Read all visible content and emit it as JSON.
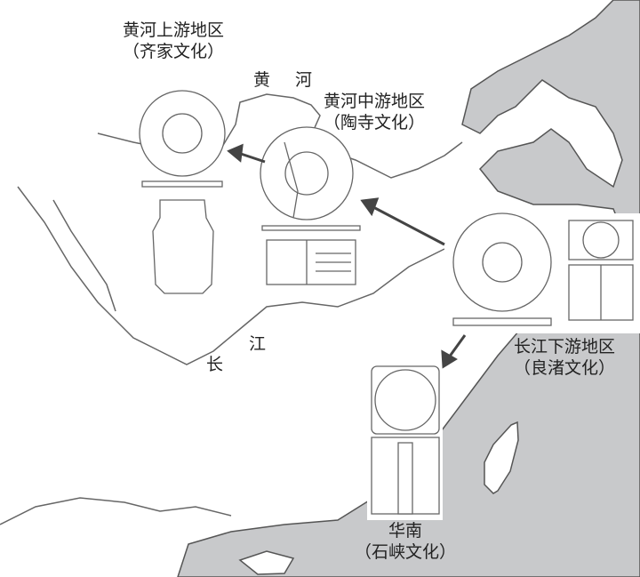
{
  "colors": {
    "sea": "#c8c9cb",
    "land": "#ffffff",
    "line": "#555555",
    "arrow": "#444444"
  },
  "regions": [
    {
      "name": "黄河上游地区",
      "culture": "（齐家文化）"
    },
    {
      "name": "黄河中游地区",
      "culture": "（陶寺文化）"
    },
    {
      "name": "长江下游地区",
      "culture": "（良渚文化）"
    },
    {
      "name": "华南",
      "culture": "（石峡文化）"
    }
  ],
  "rivers": {
    "huanghe_1": "黄",
    "huanghe_2": "河",
    "changjiang_1": "长",
    "changjiang_2": "江"
  }
}
